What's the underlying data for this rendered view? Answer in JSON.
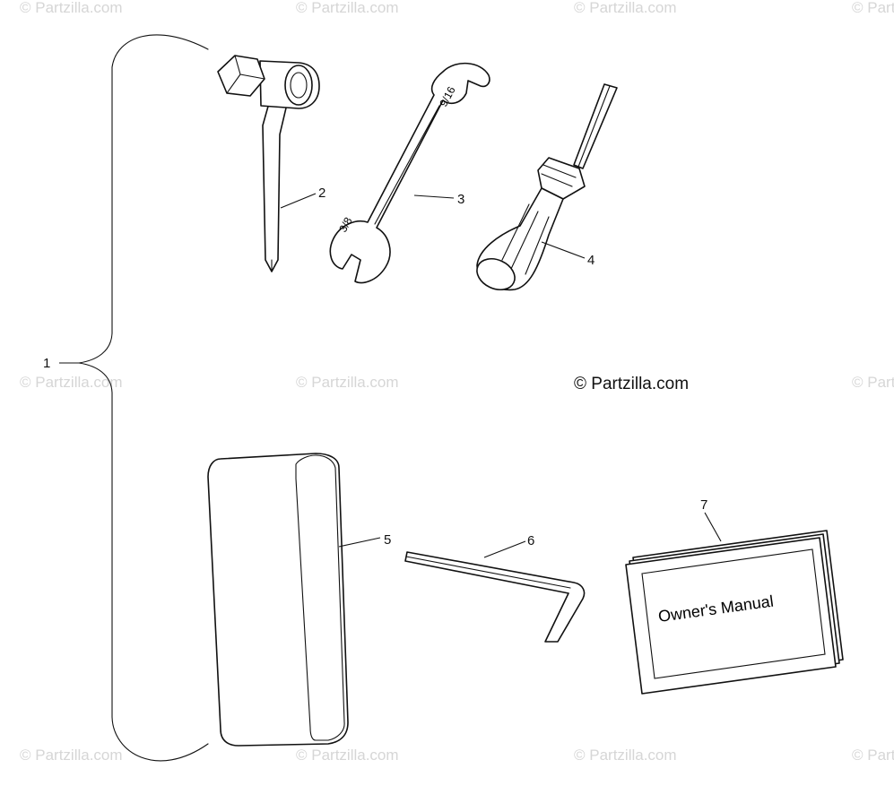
{
  "diagram": {
    "callouts": [
      "1",
      "2",
      "3",
      "4",
      "5",
      "6",
      "7"
    ],
    "copyright_label": "© Partzilla.com",
    "watermark_text": "© Partzilla.com",
    "manual_cover_text": "Owner's Manual",
    "wrench_size_marks": [
      "9/16",
      "3/8"
    ]
  },
  "colors": {
    "line": "#111111",
    "background": "#ffffff",
    "watermark": "#d6d6d6"
  }
}
